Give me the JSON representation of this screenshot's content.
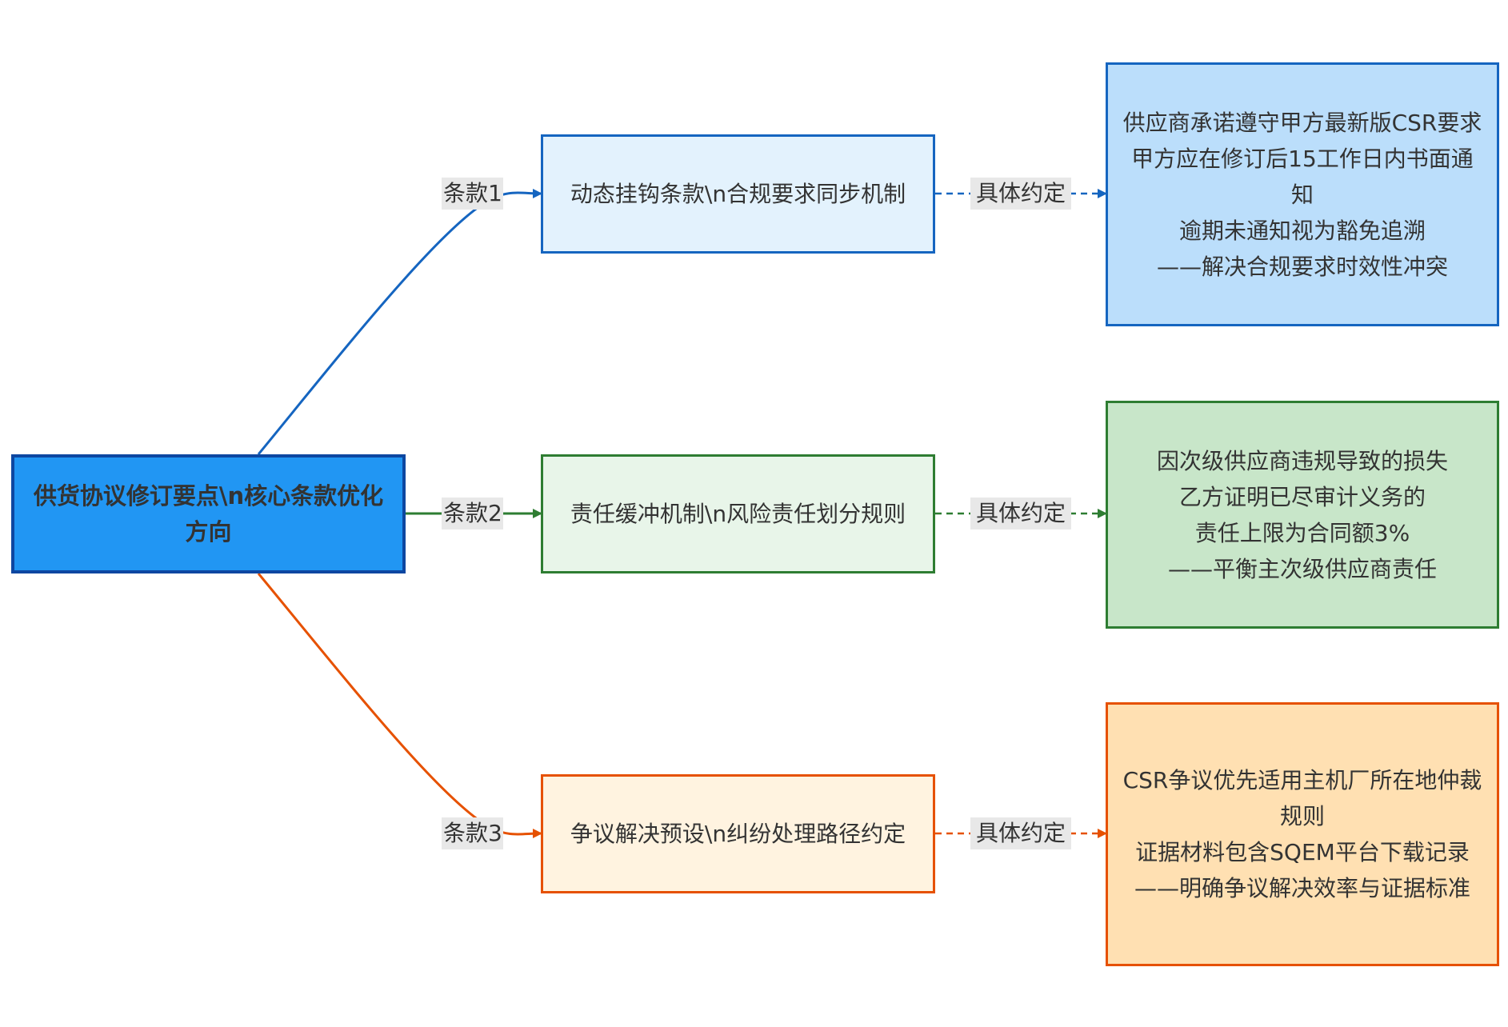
{
  "root": {
    "label": "供货协议修订要点\\n核心条款优化方向"
  },
  "branches": [
    {
      "clause_label": "条款1",
      "topic": "动态挂钩条款\\n合规要求同步机制",
      "link_label": "具体约定",
      "detail": "供应商承诺遵守甲方最新版CSR要求\n甲方应在修订后15工作日内书面通知\n逾期未通知视为豁免追溯\n——解决合规要求时效性冲突",
      "color": "#1565C0"
    },
    {
      "clause_label": "条款2",
      "topic": "责任缓冲机制\\n风险责任划分规则",
      "link_label": "具体约定",
      "detail": "因次级供应商违规导致的损失\n乙方证明已尽审计义务的\n责任上限为合同额3%\n——平衡主次级供应商责任",
      "color": "#2E7D32"
    },
    {
      "clause_label": "条款3",
      "topic": "争议解决预设\\n纠纷处理路径约定",
      "link_label": "具体约定",
      "detail": "CSR争议优先适用主机厂所在地仲裁规则\n证据材料包含SQEM平台下载记录\n——明确争议解决效率与证据标准",
      "color": "#E65100"
    }
  ]
}
